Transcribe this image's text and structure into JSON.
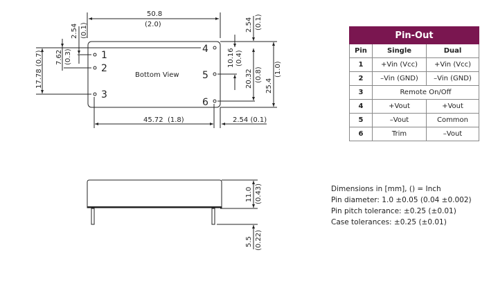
{
  "top_view": {
    "label": "Bottom View",
    "pins": [
      "1",
      "2",
      "3",
      "4",
      "5",
      "6"
    ],
    "dims": {
      "length": "50.8",
      "length_in": "(2.0)",
      "pin_offset_left": "2.54",
      "pin_offset_left_in": "(0.1)",
      "pitch_1_2": "7.62",
      "pitch_1_2_in": "(0.3)",
      "span_left": "17.78 (0.7)",
      "pitch_4_5": "10.16",
      "pitch_4_5_in": "(0.4)",
      "span_right": "20.32",
      "span_right_in": "(0.8)",
      "width": "25.4",
      "width_in": "(1.0)",
      "pin_offset_top": "2.54",
      "pin_offset_top_in": "(0.1)",
      "pin_row_spacing": "45.72  (1.8)",
      "pin_offset_right": "2.54 (0.1)"
    }
  },
  "side_view": {
    "height": "11.0",
    "height_in": "(0.43)",
    "pin_length": "5.5",
    "pin_length_in": "(0.22)"
  },
  "pinout": {
    "title": "Pin-Out",
    "headers": [
      "Pin",
      "Single",
      "Dual"
    ],
    "rows": [
      {
        "pin": "1",
        "single": "+Vin (Vcc)",
        "dual": "+Vin (Vcc)"
      },
      {
        "pin": "2",
        "single": "–Vin (GND)",
        "dual": "–Vin (GND)"
      },
      {
        "pin": "3",
        "both": "Remote On/Off"
      },
      {
        "pin": "4",
        "single": "+Vout",
        "dual": "+Vout"
      },
      {
        "pin": "5",
        "single": "–Vout",
        "dual": "Common"
      },
      {
        "pin": "6",
        "single": "Trim",
        "dual": "–Vout"
      }
    ]
  },
  "notes": [
    "Dimensions in [mm], () = Inch",
    "Pin diameter: 1.0 ±0.05 (0.04 ±0.002)",
    "Pin pitch tolerance: ±0.25 (±0.01)",
    "Case tolerances: ±0.25 (±0.01)"
  ]
}
